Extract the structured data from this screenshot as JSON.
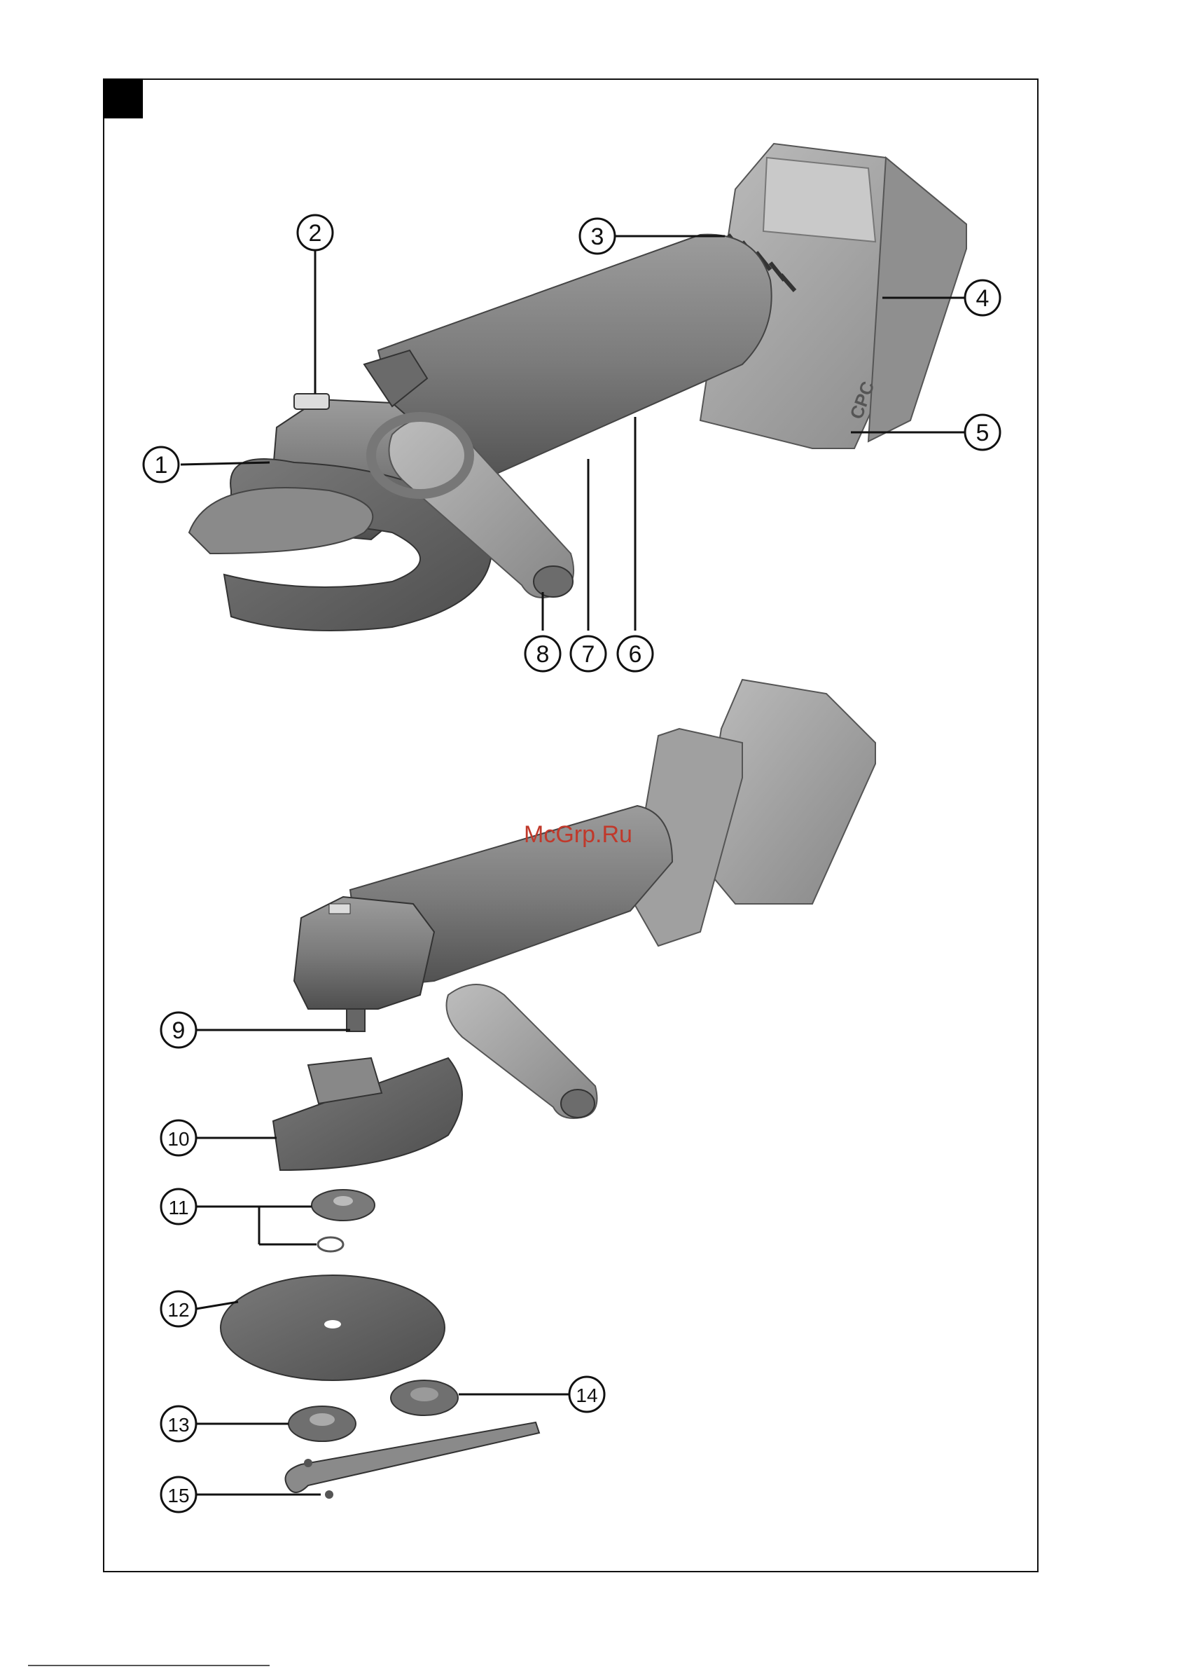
{
  "figure": {
    "callouts": [
      {
        "id": "1",
        "label": "1"
      },
      {
        "id": "2",
        "label": "2"
      },
      {
        "id": "3",
        "label": "3"
      },
      {
        "id": "4",
        "label": "4"
      },
      {
        "id": "5",
        "label": "5"
      },
      {
        "id": "6",
        "label": "6"
      },
      {
        "id": "7",
        "label": "7"
      },
      {
        "id": "8",
        "label": "8"
      },
      {
        "id": "9",
        "label": "9"
      },
      {
        "id": "10",
        "label": "10"
      },
      {
        "id": "11",
        "label": "11"
      },
      {
        "id": "12",
        "label": "12"
      },
      {
        "id": "13",
        "label": "13"
      },
      {
        "id": "14",
        "label": "14"
      },
      {
        "id": "15",
        "label": "15"
      }
    ],
    "battery_text": "CPC",
    "watermark": "McGrp.Ru"
  },
  "colors": {
    "tool_body": "#7a7a7a",
    "tool_dark": "#4a4a4a",
    "tool_light": "#a8a8a8",
    "battery": "#9a9a9a",
    "watermark": "#c0392b"
  }
}
